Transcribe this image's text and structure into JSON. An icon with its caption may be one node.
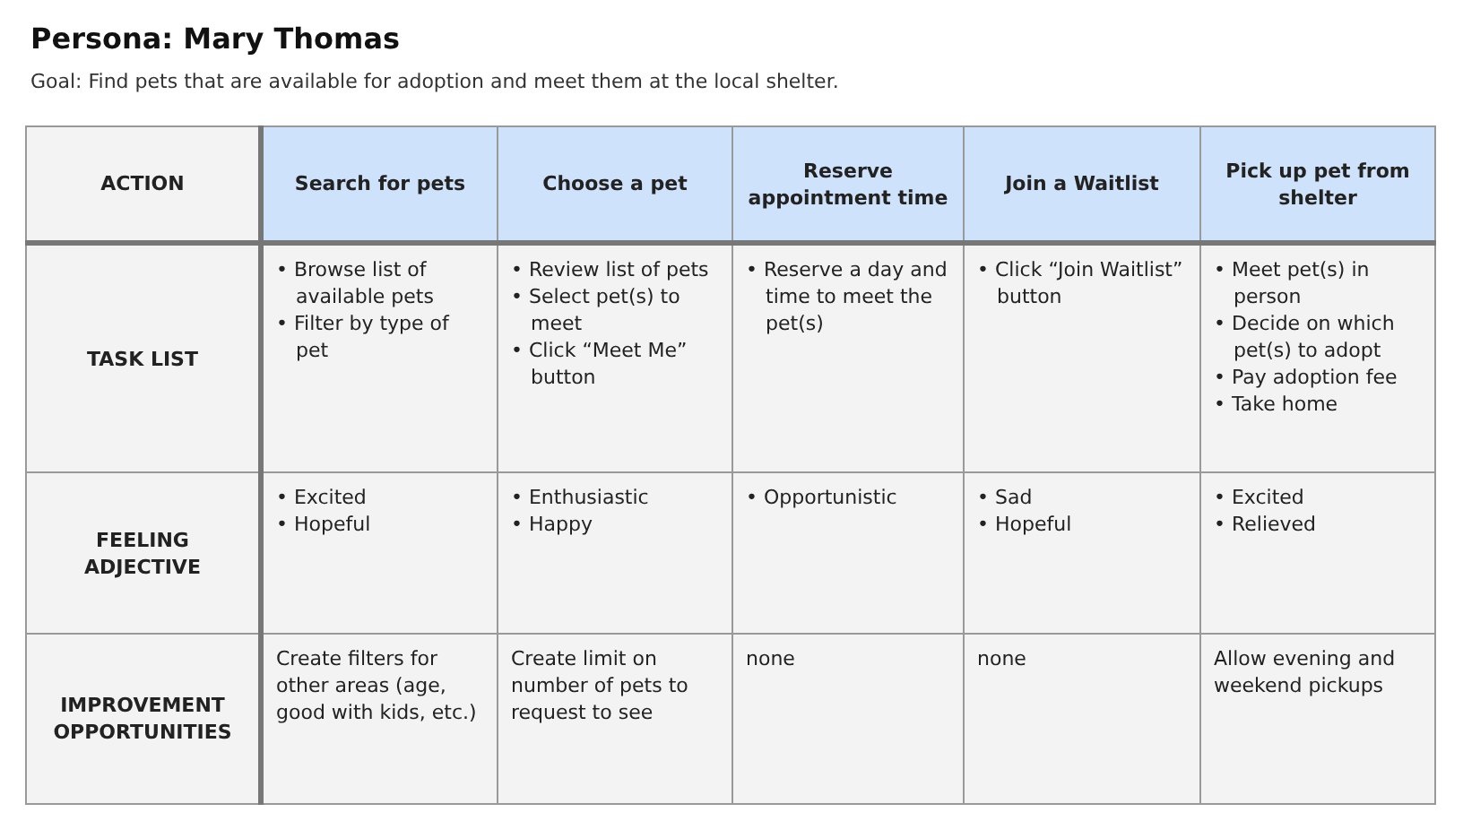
{
  "diagram": {
    "title": "Persona: Mary Thomas",
    "labels": [
      "Goal: Find pets that are available for adoption and meet them at the local shelter.",
      "ACTION",
      "Search for pets",
      "Choose a pet",
      "Reserve appointment time",
      "Join a Waitlist",
      "Pick up pet from shelter",
      "TASK LIST",
      "• Browse list of available pets",
      "• Filter by type of pet",
      "• Review list of pets",
      "• Select pet(s) to meet",
      "• Click “Meet Me” button",
      "• Reserve a day and time to meet the pet(s)",
      "• Click “Join Waitlist” button",
      "• Meet pet(s) in person",
      "• Decide on which pet(s) to adopt",
      "• Pay adoption fee",
      "• Take home",
      "FEELING ADJECTIVE",
      "• Excited",
      "• Hopeful",
      "• Enthusiastic",
      "• Happy",
      "• Opportunistic",
      "• Sad",
      "• Hopeful",
      "• Excited",
      "• Relieved",
      "IMPROVEMENT OPPORTUNITIES",
      "Create filters for other areas (age, good with kids, etc.)",
      "Create limit on number of pets to request to see",
      "none",
      "none",
      "Allow evening and weekend pickups"
    ]
  }
}
